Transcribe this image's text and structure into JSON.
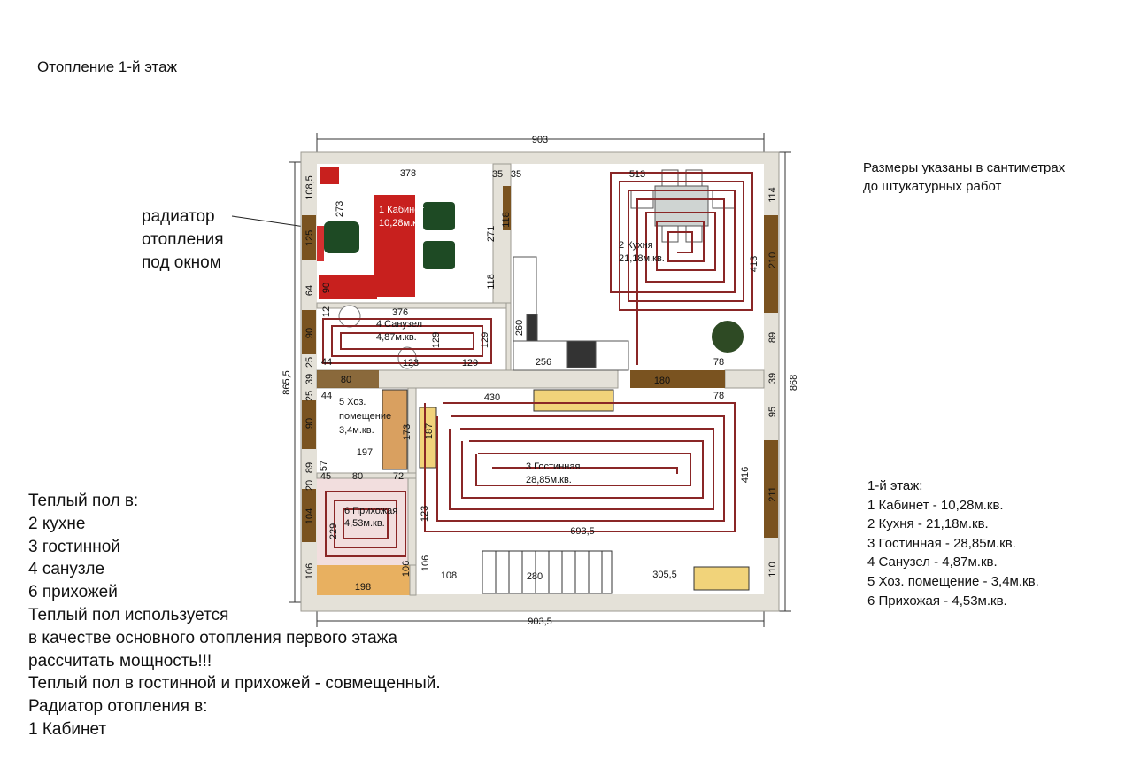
{
  "title": "Отопление 1-й этаж",
  "radiator_note": "радиатор\nотопления\nпод окном",
  "units_note": "Размеры указаны в сантиметрах\nдо штукатурных работ",
  "notes": "Теплый пол в:\n2 кухне\n3 гостинной\n4 санузле\n6 прихожей\nТеплый пол используется\nв качестве основного отопления первого этажа\nрассчитать мощность!!!\nТеплый пол в гостинной и прихожей - совмещенный.\nРадиатор отопления в:\n1 Кабинет",
  "legend": {
    "heading": "1-й этаж:",
    "items": [
      "1 Кабинет - 10,28м.кв.",
      "2 Кухня - 21,18м.кв.",
      "3 Гостинная - 28,85м.кв.",
      "4 Санузел - 4,87м.кв.",
      "5 Хоз. помещение - 3,4м.кв.",
      "6 Прихожая - 4,53м.кв."
    ]
  },
  "rooms": {
    "cabinet": {
      "name": "1 Кабинет",
      "area": "10,28м.кв"
    },
    "kitchen": {
      "name": "2 Кухня",
      "area": "21,18м.кв."
    },
    "living": {
      "name": "3 Гостинная",
      "area": "28,85м.кв."
    },
    "bathroom": {
      "name": "4 Санузел",
      "area": "4,87м.кв."
    },
    "utility": {
      "name_line1": "5 Хоз.",
      "name_line2": "помещение",
      "area": "3,4м.кв."
    },
    "hallway": {
      "name": "6 Прихожая",
      "area": "4,53м.кв."
    }
  },
  "dims": {
    "top_overall": "903",
    "bottom_overall": "903,5",
    "left_overall": "865,5",
    "right_overall": "868",
    "cab_width": "378",
    "cab_35": "35",
    "kit_35": "35",
    "kit_width": "513",
    "cab_273": "273",
    "cab_271": "271",
    "cab_118a": "118",
    "cab_118b": "118",
    "left_108": "108,5",
    "left_125": "125",
    "left_64": "64",
    "left_90a": "90",
    "left_25a": "25",
    "left_39a": "39",
    "left_25b": "25",
    "left_90b": "90",
    "left_89": "89",
    "left_20": "20",
    "left_104": "104",
    "left_106": "106",
    "right_114": "114",
    "right_210": "210",
    "right_413": "413",
    "right_89": "89",
    "right_39": "39",
    "right_95": "95",
    "right_416": "416",
    "right_211": "211",
    "right_110": "110",
    "bath_376": "376",
    "bath_12": "12",
    "bath_44": "44",
    "bath_123": "123",
    "bath_129a": "129",
    "bath_129b": "129",
    "kit_260": "260",
    "kit_256": "256",
    "kit_78a": "78",
    "kit_78b": "78",
    "corr_80a": "80",
    "corr_180": "180",
    "util_44": "44",
    "util_173": "173",
    "util_197": "197",
    "util_57": "57",
    "util_45": "45",
    "util_80": "80",
    "util_72": "72",
    "liv_430": "430",
    "liv_187": "187",
    "liv_6935": "693,5",
    "liv_123": "123",
    "hall_229": "229",
    "hall_106": "106",
    "hall_198": "198",
    "stair_106": "106",
    "stair_108": "108",
    "stair_280": "280",
    "liv_3055": "305,5",
    "cab_90": "90"
  },
  "colors": {
    "wall": "#e4e1d8",
    "wall_stroke": "#9c9a92",
    "window": "#7a5320",
    "floor": "#ffffff",
    "heating_pipe": "#8a2626",
    "desk": "#c8201e",
    "chair": "#1e4a24",
    "door_fill": "#e8b060",
    "hallway_floor": "#f2dede"
  }
}
